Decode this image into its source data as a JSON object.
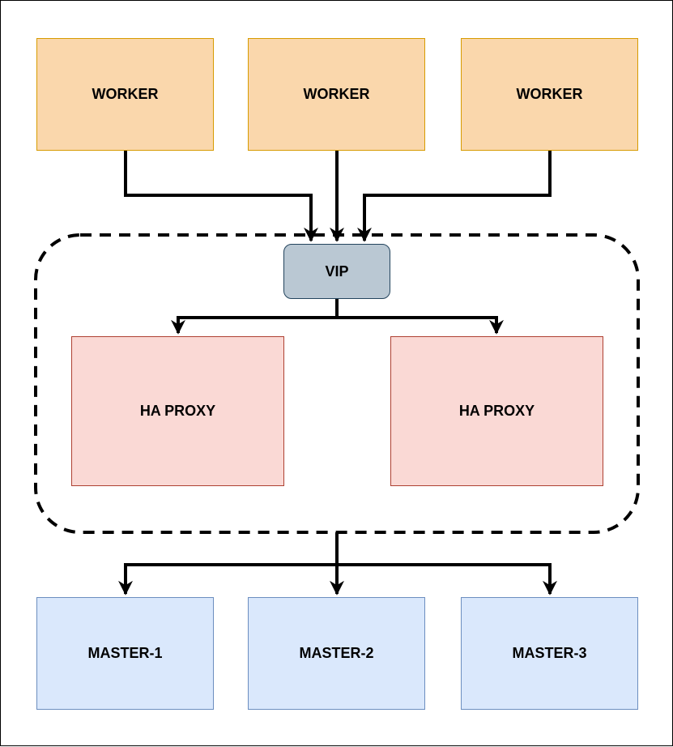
{
  "colors": {
    "worker_fill": "#fad7ac",
    "worker_border": "#d79b00",
    "vip_fill": "#bac8d3",
    "vip_border": "#23445d",
    "proxy_fill": "#fad9d5",
    "proxy_border": "#ae4132",
    "master_fill": "#dae8fc",
    "master_border": "#6c8ebf",
    "edge": "#000000"
  },
  "workers": [
    {
      "label": "WORKER"
    },
    {
      "label": "WORKER"
    },
    {
      "label": "WORKER"
    }
  ],
  "vip": {
    "label": "VIP"
  },
  "proxies": [
    {
      "label": "HA PROXY"
    },
    {
      "label": "HA PROXY"
    }
  ],
  "masters": [
    {
      "label": "MASTER-1"
    },
    {
      "label": "MASTER-2"
    },
    {
      "label": "MASTER-3"
    }
  ],
  "edges": [
    {
      "from": "worker-1",
      "to": "vip"
    },
    {
      "from": "worker-2",
      "to": "vip"
    },
    {
      "from": "worker-3",
      "to": "vip"
    },
    {
      "from": "vip",
      "to": "proxy-1"
    },
    {
      "from": "vip",
      "to": "proxy-2"
    },
    {
      "from": "ha-group",
      "to": "master-1"
    },
    {
      "from": "ha-group",
      "to": "master-2"
    },
    {
      "from": "ha-group",
      "to": "master-3"
    }
  ],
  "groups": [
    {
      "id": "ha-group",
      "style": "dashed",
      "contains": [
        "vip",
        "proxy-1",
        "proxy-2"
      ]
    }
  ]
}
